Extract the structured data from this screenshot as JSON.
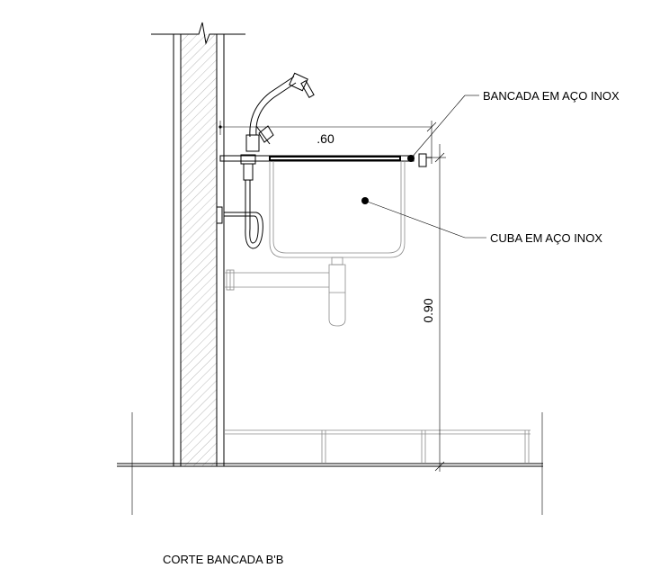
{
  "labels": {
    "bancada": "BANCADA EM AÇO INOX",
    "cuba": "CUBA EM AÇO INOX",
    "title": "CORTE BANCADA B'B"
  },
  "dimensions": {
    "width": ".60",
    "height": "0.90"
  }
}
